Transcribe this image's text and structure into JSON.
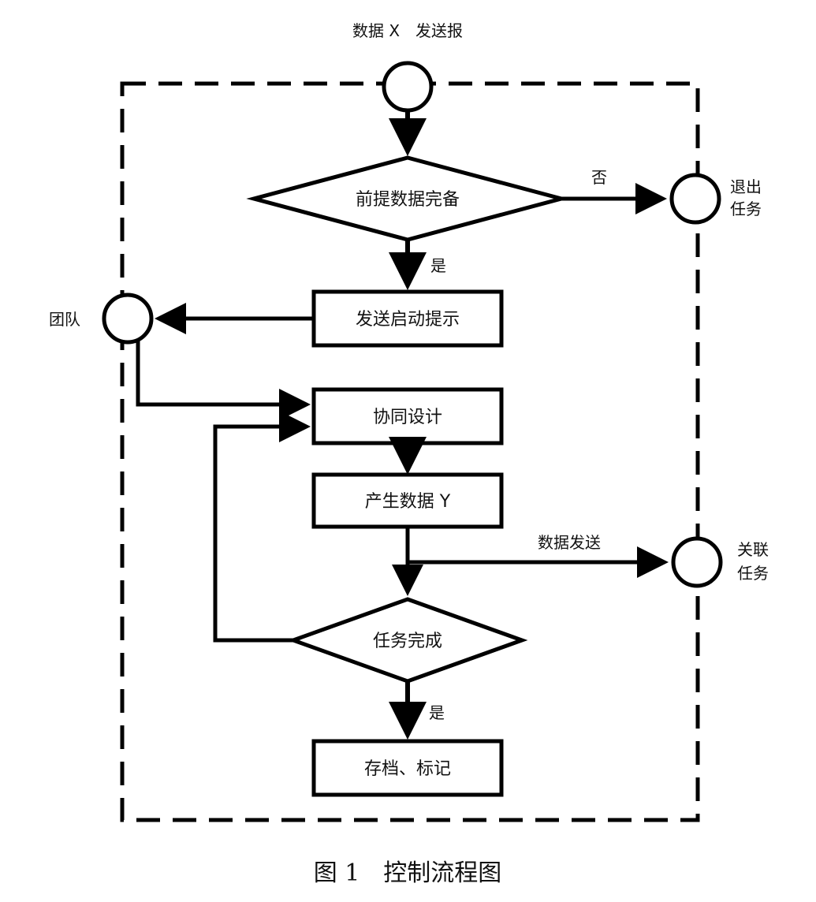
{
  "diagram": {
    "start_label": "数据 X　发送报",
    "decision_1": "前提数据完备",
    "decision_1_no": "否",
    "decision_1_yes": "是",
    "exit_label_line1": "退出",
    "exit_label_line2": "任务",
    "notify_box": "发送启动提示",
    "team_label": "团队",
    "collab_box": "协同设计",
    "produce_box": "产生数据 Y",
    "send_label": "数据发送",
    "related_label_line1": "关联",
    "related_label_line2": "任务",
    "decision_2": "任务完成",
    "decision_2_yes": "是",
    "archive_box": "存档、标记"
  },
  "caption": "图 1　控制流程图"
}
